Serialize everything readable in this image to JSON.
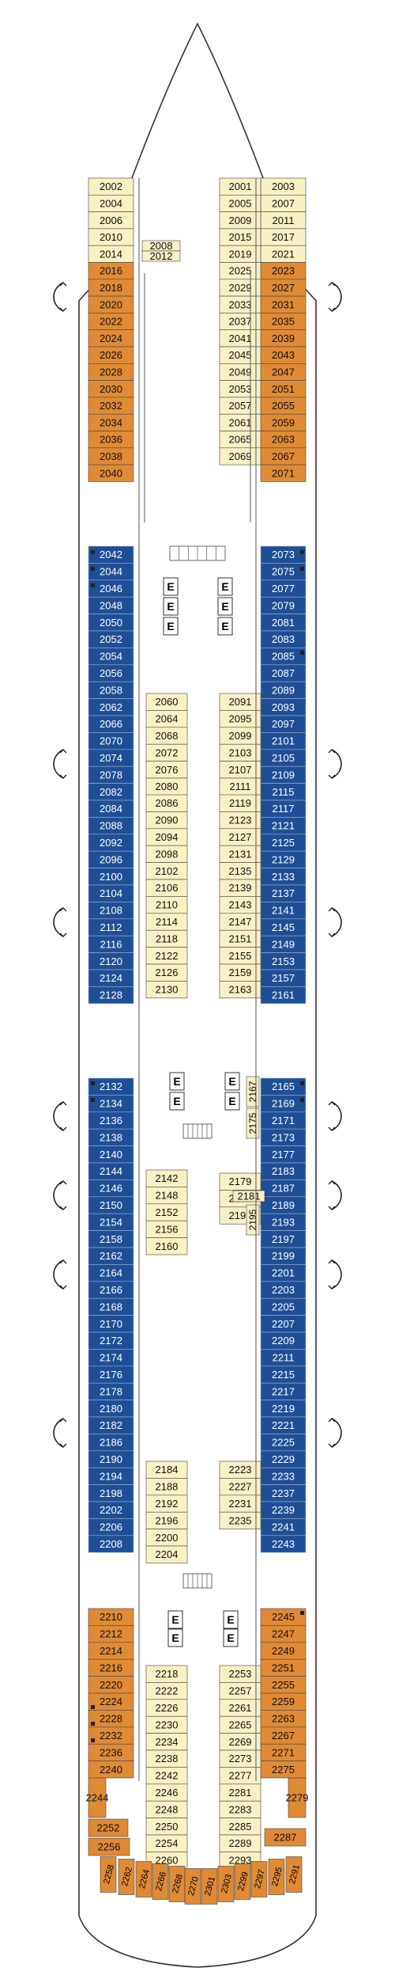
{
  "colors": {
    "orange": "#E08A36",
    "blue": "#1E4F96",
    "yellow": "#F8F1C4",
    "outline": "#444444"
  },
  "bow_left": [
    [
      "2002",
      "cream"
    ],
    [
      "2004",
      "cream"
    ],
    [
      "2006",
      "cream"
    ],
    [
      "2010",
      "cream"
    ],
    [
      "2014",
      "cream"
    ],
    [
      "2016",
      "orange"
    ],
    [
      "2018",
      "orange"
    ],
    [
      "2020",
      "orange"
    ],
    [
      "2022",
      "orange"
    ],
    [
      "2024",
      "orange"
    ],
    [
      "2026",
      "orange"
    ],
    [
      "2028",
      "orange"
    ],
    [
      "2030",
      "orange"
    ],
    [
      "2032",
      "orange"
    ],
    [
      "2034",
      "orange"
    ],
    [
      "2036",
      "orange"
    ],
    [
      "2038",
      "orange"
    ],
    [
      "2040",
      "orange"
    ]
  ],
  "bow_right": [
    [
      "2003",
      "cream"
    ],
    [
      "2007",
      "cream"
    ],
    [
      "2011",
      "cream"
    ],
    [
      "2017",
      "cream"
    ],
    [
      "2021",
      "cream"
    ],
    [
      "2023",
      "orange"
    ],
    [
      "2027",
      "orange"
    ],
    [
      "2031",
      "orange"
    ],
    [
      "2035",
      "orange"
    ],
    [
      "2039",
      "orange"
    ],
    [
      "2043",
      "orange"
    ],
    [
      "2047",
      "orange"
    ],
    [
      "2051",
      "orange"
    ],
    [
      "2055",
      "orange"
    ],
    [
      "2059",
      "orange"
    ],
    [
      "2063",
      "orange"
    ],
    [
      "2067",
      "orange"
    ],
    [
      "2071",
      "orange"
    ]
  ],
  "bow_inner_left": [
    "2008",
    "2012"
  ],
  "bow_inner_right": [
    "2001",
    "2005",
    "2009",
    "2015",
    "2019",
    "2025",
    "2029",
    "2033",
    "2037",
    "2041",
    "2045",
    "2049",
    "2053",
    "2057",
    "2061",
    "2065",
    "2069"
  ],
  "mid_left": [
    "2042",
    "2044",
    "2046",
    "2048",
    "2050",
    "2052",
    "2054",
    "2056",
    "2058",
    "2062",
    "2066",
    "2070",
    "2074",
    "2078",
    "2082",
    "2084",
    "2088",
    "2092",
    "2096",
    "2100",
    "2104",
    "2108",
    "2112",
    "2116",
    "2120",
    "2124",
    "2128"
  ],
  "mid_right": [
    "2073",
    "2075",
    "2077",
    "2079",
    "2081",
    "2083",
    "2085",
    "2087",
    "2089",
    "2093",
    "2097",
    "2101",
    "2105",
    "2109",
    "2115",
    "2117",
    "2121",
    "2125",
    "2129",
    "2133",
    "2137",
    "2141",
    "2145",
    "2149",
    "2153",
    "2157",
    "2161"
  ],
  "mid_inner_a1": [
    "2060",
    "2064",
    "2068",
    "2072",
    "2076",
    "2080"
  ],
  "mid_inner_b1": [
    "2091",
    "2095",
    "2099",
    "2103",
    "2107",
    "2111"
  ],
  "mid_inner_a2": [
    "2086",
    "2090",
    "2094",
    "2098",
    "2102",
    "2106",
    "2110",
    "2114",
    "2118",
    "2122",
    "2126",
    "2130"
  ],
  "mid_inner_b2": [
    "2119",
    "2123",
    "2127",
    "2131",
    "2135",
    "2139",
    "2143",
    "2147",
    "2151",
    "2155",
    "2159",
    "2163"
  ],
  "aft_left": [
    "2132",
    "2134",
    "2136",
    "2138",
    "2140",
    "2144",
    "2146",
    "2150",
    "2154",
    "2158",
    "2162",
    "2164",
    "2166",
    "2168",
    "2170",
    "2172",
    "2174",
    "2176",
    "2178",
    "2180",
    "2182",
    "2186",
    "2190",
    "2194",
    "2198",
    "2202",
    "2206",
    "2208"
  ],
  "aft_right": [
    "2165",
    "2169",
    "2171",
    "2173",
    "2177",
    "2183",
    "2187",
    "2189",
    "2193",
    "2197",
    "2199",
    "2201",
    "2203",
    "2205",
    "2207",
    "2209",
    "2211",
    "2215",
    "2217",
    "2219",
    "2221",
    "2225",
    "2229",
    "2233",
    "2237",
    "2239",
    "2241",
    "2243"
  ],
  "aft_inner_a1": [
    "2142",
    "2148",
    "2152",
    "2156",
    "2160"
  ],
  "aft_inner_b1": [
    "2179",
    "2185",
    "2191"
  ],
  "aft_inner_b1_extra": [
    "2181"
  ],
  "aft_rot": [
    "2167",
    "2175",
    "2195"
  ],
  "aft_inner_a2": [
    "2184",
    "2188",
    "2192",
    "2196",
    "2200",
    "2204"
  ],
  "aft_inner_b2": [
    "2223",
    "2227",
    "2231",
    "2235"
  ],
  "stern_left": [
    "2210",
    "2212",
    "2214",
    "2216",
    "2220",
    "2224",
    "2228",
    "2232",
    "2236",
    "2240"
  ],
  "stern_right": [
    "2245",
    "2247",
    "2249",
    "2251",
    "2255",
    "2259",
    "2263",
    "2267",
    "2271",
    "2275"
  ],
  "stern_inner_a": [
    "2218",
    "2222",
    "2226",
    "2230",
    "2234",
    "2238",
    "2242",
    "2246",
    "2248",
    "2250",
    "2254",
    "2260"
  ],
  "stern_inner_b": [
    "2253",
    "2257",
    "2261",
    "2265",
    "2269",
    "2273",
    "2277",
    "2281",
    "2283",
    "2285",
    "2289",
    "2293"
  ],
  "stern_corner": [
    "2244",
    "2252",
    "2256",
    "2279",
    "2287"
  ],
  "stern_arc": [
    "2258",
    "2262",
    "2264",
    "2266",
    "2268",
    "2270",
    "2301",
    "2303",
    "2299",
    "2297",
    "2295",
    "2291"
  ],
  "elevator_label": "E"
}
